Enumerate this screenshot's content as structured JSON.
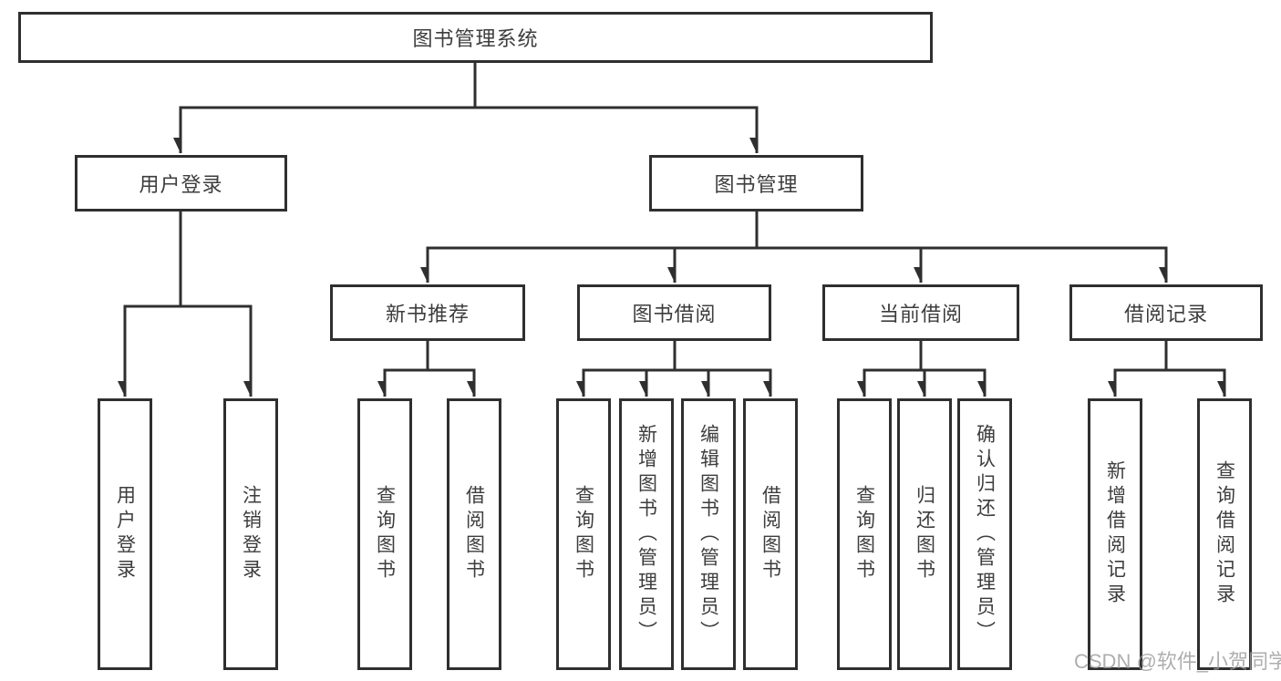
{
  "diagram": {
    "title": "图书管理系统",
    "level2": [
      {
        "label": "用户登录"
      },
      {
        "label": "图书管理"
      }
    ],
    "level3": [
      {
        "label": "新书推荐"
      },
      {
        "label": "图书借阅"
      },
      {
        "label": "当前借阅"
      },
      {
        "label": "借阅记录"
      }
    ],
    "leaves": [
      {
        "label": "用户登录"
      },
      {
        "label": "注销登录"
      },
      {
        "label": "查询图书"
      },
      {
        "label": "借阅图书"
      },
      {
        "label": "查询图书"
      },
      {
        "label": "新增图书（管理员）"
      },
      {
        "label": "编辑图书（管理员）"
      },
      {
        "label": "借阅图书"
      },
      {
        "label": "查询图书"
      },
      {
        "label": "归还图书"
      },
      {
        "label": "确认归还（管理员）"
      },
      {
        "label": "新增借阅记录"
      },
      {
        "label": "查询借阅记录"
      }
    ]
  },
  "watermark": "CSDN @软件_小贺同学",
  "colors": {
    "line": "#2f2f2f",
    "text": "#3d3d3d",
    "background": "#ffffff",
    "watermark": "#9b9b9b"
  }
}
